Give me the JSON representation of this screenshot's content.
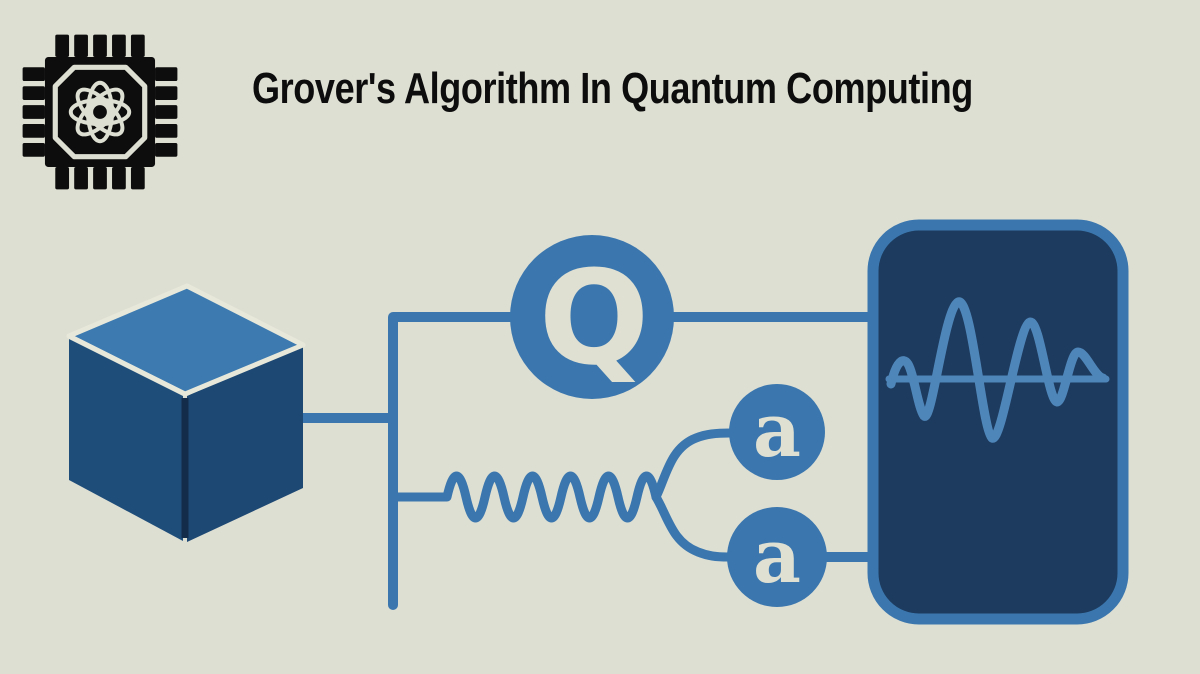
{
  "title": "Grover's Algorithm In Quantum Computing",
  "diagram": {
    "q_node_label": "Q",
    "a_node_top_label": "a",
    "a_node_bottom_label": "a"
  },
  "icons": {
    "chip": "quantum-processor-chip-icon",
    "cube": "qubit-cube-icon",
    "wave": "waveform-icon"
  },
  "colors": {
    "background": "#dedfd3",
    "accent_blue": "#3b77ae",
    "device_navy": "#1d3b5e",
    "waveform_blue": "#4f86ba",
    "cube_top": "#3c7ab0",
    "cube_left": "#1e4d7a",
    "cube_right": "#1d4873",
    "cube_edge_dark": "#132c49",
    "cream": "#dfe0d2",
    "ink_black": "#0d0d0d"
  }
}
